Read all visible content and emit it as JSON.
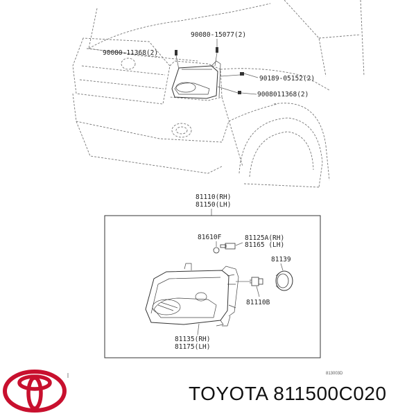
{
  "callouts": {
    "c1": "90080-15077(2)",
    "c2": "90080-11368(2)",
    "c3": "90189-05152(2)",
    "c4": "9008011368(2)",
    "rh_assy": "81110(RH)",
    "lh_assy": "81150(LH)",
    "f_socket": "81610F",
    "bulb_rh": "81125A(RH)",
    "bulb_lh": "81165 (LH)",
    "cap": "81139",
    "socket": "81110B",
    "unit_rh": "81135(RH)",
    "unit_lh": "81175(LH)",
    "drawing_no": "813003D"
  },
  "brand": {
    "text": "TOYOTA 811500C020",
    "logo_icon": "toyota-logo-icon",
    "logo_color": "#c8102e"
  }
}
